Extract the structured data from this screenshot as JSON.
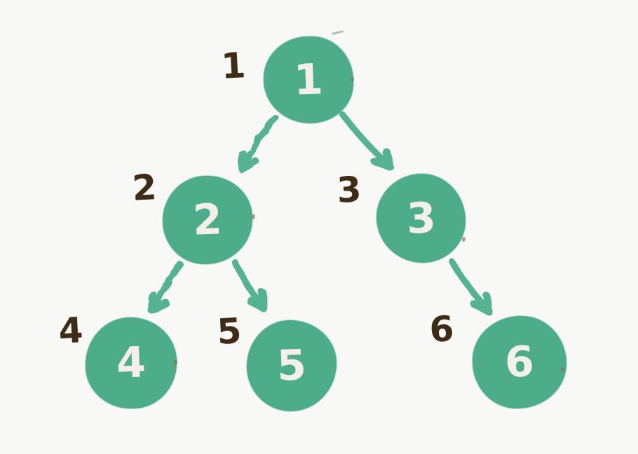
{
  "diagram": {
    "type": "binary-tree",
    "background_color": "#f8f8f6",
    "node_color": "#4dac8a",
    "node_text_color": "#f3f0ea",
    "label_color": "#3e2c17",
    "arrow_color": "#55b392",
    "nodes": [
      {
        "id": "1",
        "value": "1",
        "position_label": "1"
      },
      {
        "id": "2",
        "value": "2",
        "position_label": "2"
      },
      {
        "id": "3",
        "value": "3",
        "position_label": "3"
      },
      {
        "id": "4",
        "value": "4",
        "position_label": "4"
      },
      {
        "id": "5",
        "value": "5",
        "position_label": "5"
      },
      {
        "id": "6",
        "value": "6",
        "position_label": "6"
      }
    ],
    "edges": [
      {
        "from": "1",
        "to": "2"
      },
      {
        "from": "1",
        "to": "3"
      },
      {
        "from": "2",
        "to": "4"
      },
      {
        "from": "2",
        "to": "5"
      },
      {
        "from": "3",
        "to": "6"
      }
    ]
  }
}
